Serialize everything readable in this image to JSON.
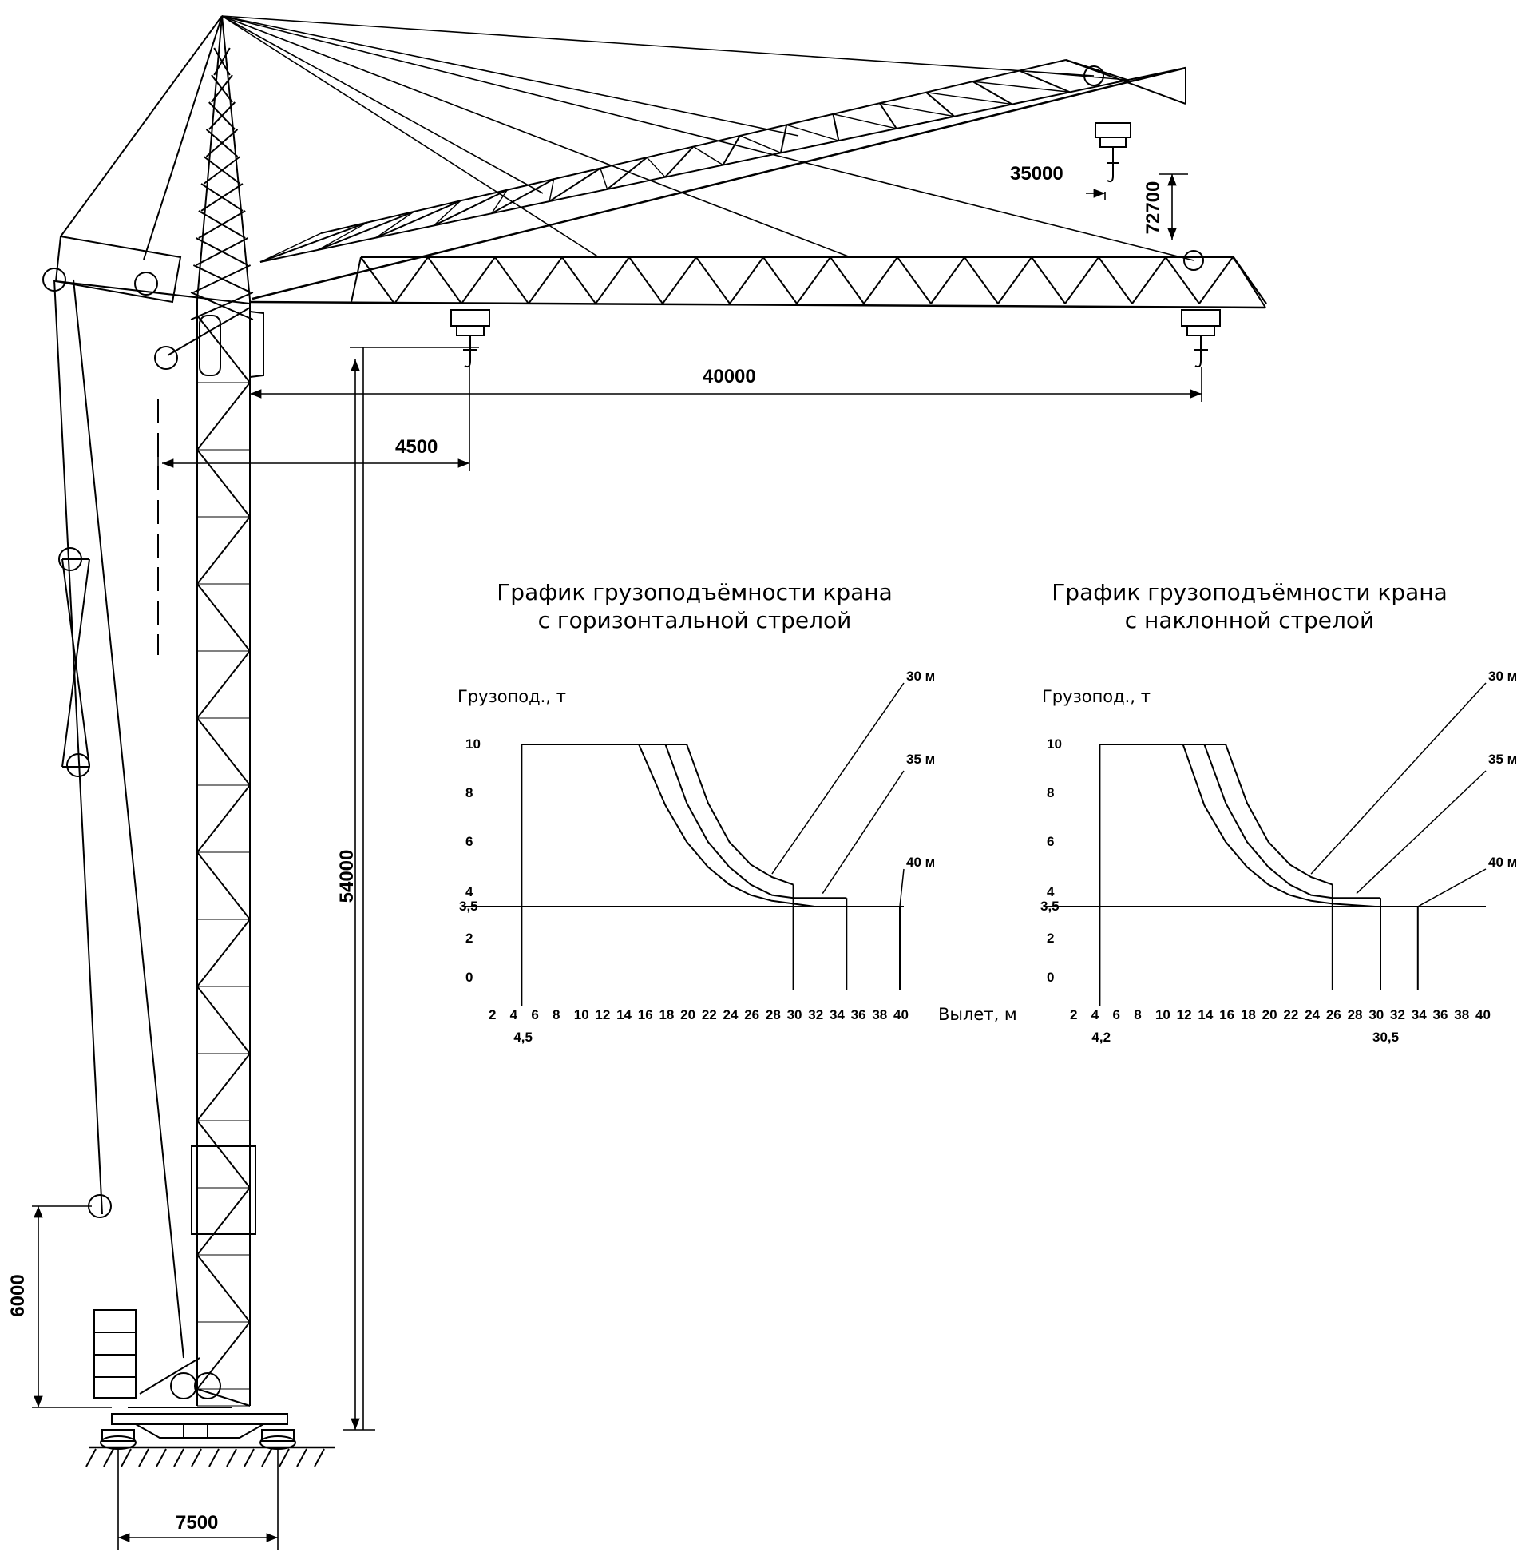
{
  "dimensions": {
    "d40000": "40000",
    "d35000": "35000",
    "d72700": "72700",
    "d4500": "4500",
    "d54000": "54000",
    "d6000": "6000",
    "d7500": "7500"
  },
  "charts": [
    {
      "title_line1": "График грузоподъёмности крана",
      "title_line2": "с горизонтальной стрелой",
      "ylabel": "Грузопод., т",
      "xlabel": "",
      "y_ticks": [
        "10",
        "8",
        "6",
        "4",
        "3,5",
        "2",
        "0"
      ],
      "x_ticks": [
        "2",
        "4",
        "6",
        "8",
        "10",
        "12",
        "14",
        "16",
        "18",
        "20",
        "22",
        "24",
        "26",
        "28",
        "30",
        "32",
        "34",
        "36",
        "38",
        "40"
      ],
      "x_extra_ticks": [
        {
          "label": "4,5",
          "x": 4.5
        }
      ],
      "boom_labels": [
        "30 м",
        "35 м",
        "40 м"
      ]
    },
    {
      "title_line1": "График грузоподъёмности крана",
      "title_line2": "с наклонной стрелой",
      "ylabel": "Грузопод., т",
      "xlabel": "Вылет, м",
      "y_ticks": [
        "10",
        "8",
        "6",
        "4",
        "3,5",
        "2",
        "0"
      ],
      "x_ticks": [
        "2",
        "4",
        "6",
        "8",
        "10",
        "12",
        "14",
        "16",
        "18",
        "20",
        "22",
        "24",
        "26",
        "28",
        "30",
        "32",
        "34",
        "36",
        "38",
        "40"
      ],
      "x_extra_ticks": [
        {
          "label": "4,2",
          "x": 4.2
        },
        {
          "label": "30,5",
          "x": 30.5
        }
      ],
      "boom_labels": [
        "30 м",
        "35 м",
        "40 м"
      ]
    }
  ],
  "chart_data": [
    {
      "type": "line",
      "title": "График грузоподъёмности крана с горизонтальной стрелой",
      "xlabel": "",
      "ylabel": "Грузопод., т",
      "xlim": [
        2,
        40
      ],
      "ylim": [
        0,
        10
      ],
      "series": [
        {
          "name": "30 м",
          "x": [
            4.5,
            20,
            22,
            24,
            26,
            28,
            30
          ],
          "y": [
            10,
            10,
            7.6,
            6.0,
            5.1,
            4.6,
            4.3
          ]
        },
        {
          "name": "35 м",
          "x": [
            4.5,
            18,
            20,
            22,
            24,
            26,
            28,
            30,
            35
          ],
          "y": [
            10,
            10,
            7.6,
            6.0,
            5.0,
            4.3,
            3.9,
            3.8,
            3.8
          ]
        },
        {
          "name": "40 м",
          "x": [
            4.5,
            15.5,
            18,
            20,
            22,
            24,
            26,
            28,
            30,
            32,
            40
          ],
          "y": [
            10,
            10,
            7.5,
            6.0,
            5.0,
            4.3,
            3.9,
            3.7,
            3.6,
            3.5,
            3.5
          ]
        }
      ]
    },
    {
      "type": "line",
      "title": "График грузоподъёмности крана с наклонной стрелой",
      "xlabel": "Вылет, м",
      "ylabel": "Грузопод., т",
      "xlim": [
        2,
        40
      ],
      "ylim": [
        0,
        10
      ],
      "series": [
        {
          "name": "30 м",
          "x": [
            4.2,
            16,
            18,
            20,
            22,
            24,
            26
          ],
          "y": [
            10,
            10,
            7.6,
            6.0,
            5.1,
            4.6,
            4.3
          ]
        },
        {
          "name": "35 м",
          "x": [
            4.2,
            14,
            16,
            18,
            20,
            22,
            24,
            26,
            30.5
          ],
          "y": [
            10,
            10,
            7.6,
            6.0,
            5.0,
            4.3,
            3.9,
            3.8,
            3.8
          ]
        },
        {
          "name": "40 м",
          "x": [
            4.2,
            12,
            14,
            16,
            18,
            20,
            22,
            24,
            26,
            30,
            34
          ],
          "y": [
            10,
            10,
            7.5,
            6.0,
            5.0,
            4.3,
            3.9,
            3.7,
            3.6,
            3.5,
            3.5
          ]
        }
      ]
    }
  ]
}
